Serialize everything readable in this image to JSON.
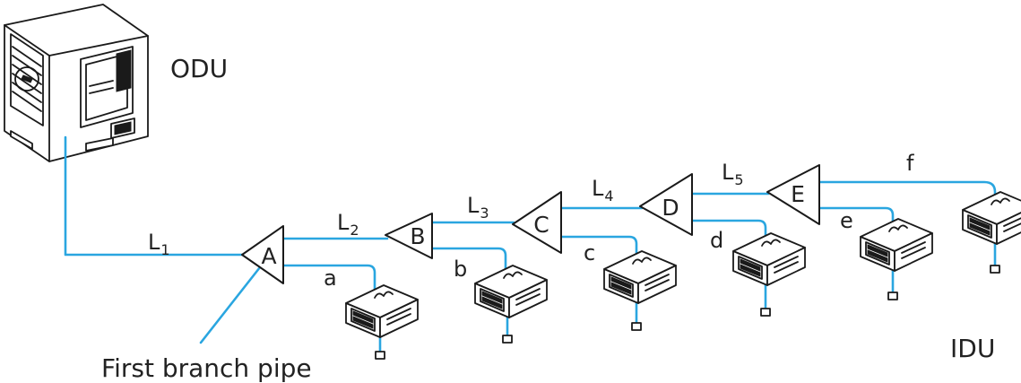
{
  "odu_label": "ODU",
  "idu_label": "IDU",
  "first_branch_label": "First branch pipe",
  "pipe_labels": {
    "L1": {
      "main": "L",
      "sub": "1"
    },
    "L2": {
      "main": "L",
      "sub": "2"
    },
    "L3": {
      "main": "L",
      "sub": "3"
    },
    "L4": {
      "main": "L",
      "sub": "4"
    },
    "L5": {
      "main": "L",
      "sub": "5"
    }
  },
  "branches": [
    "A",
    "B",
    "C",
    "D",
    "E"
  ],
  "idu_pipes": [
    "a",
    "b",
    "c",
    "d",
    "e",
    "f"
  ],
  "colors": {
    "pipe": "#2aa6e0",
    "ink": "#1a1a1a"
  }
}
